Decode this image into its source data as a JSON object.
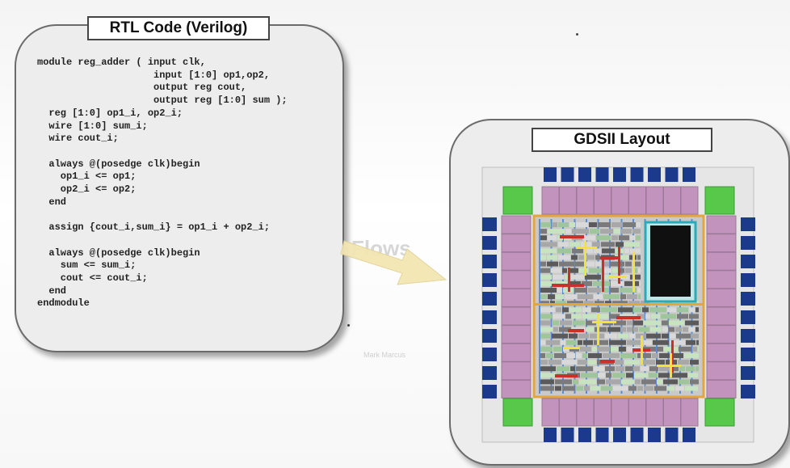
{
  "rtl_panel": {
    "title": "RTL Code (Verilog)",
    "code": "module reg_adder ( input clk,\n                    input [1:0] op1,op2,\n                    output reg cout,\n                    output reg [1:0] sum );\n  reg [1:0] op1_i, op2_i;\n  wire [1:0] sum_i;\n  wire cout_i;\n\n  always @(posedge clk)begin\n    op1_i <= op1;\n    op2_i <= op2;\n  end\n\n  assign {cout_i,sum_i} = op1_i + op2_i;\n\n  always @(posedge clk)begin\n    sum <= sum_i;\n    cout <= cout_i;\n  end\nendmodule"
  },
  "gds_panel": {
    "title": "GDSII Layout"
  },
  "background": {
    "faint_heading": "d Design Flows",
    "faint_author": "Mark Marcus"
  },
  "colors": {
    "arrow_fill": "#f3e6b3",
    "pad_blue": "#1c3a8c",
    "io_purple": "#c294bd",
    "corner_green": "#58c84a",
    "core_orange": "#e4a53a",
    "macro_black": "#101010",
    "macro_border": "#2aaab8"
  }
}
